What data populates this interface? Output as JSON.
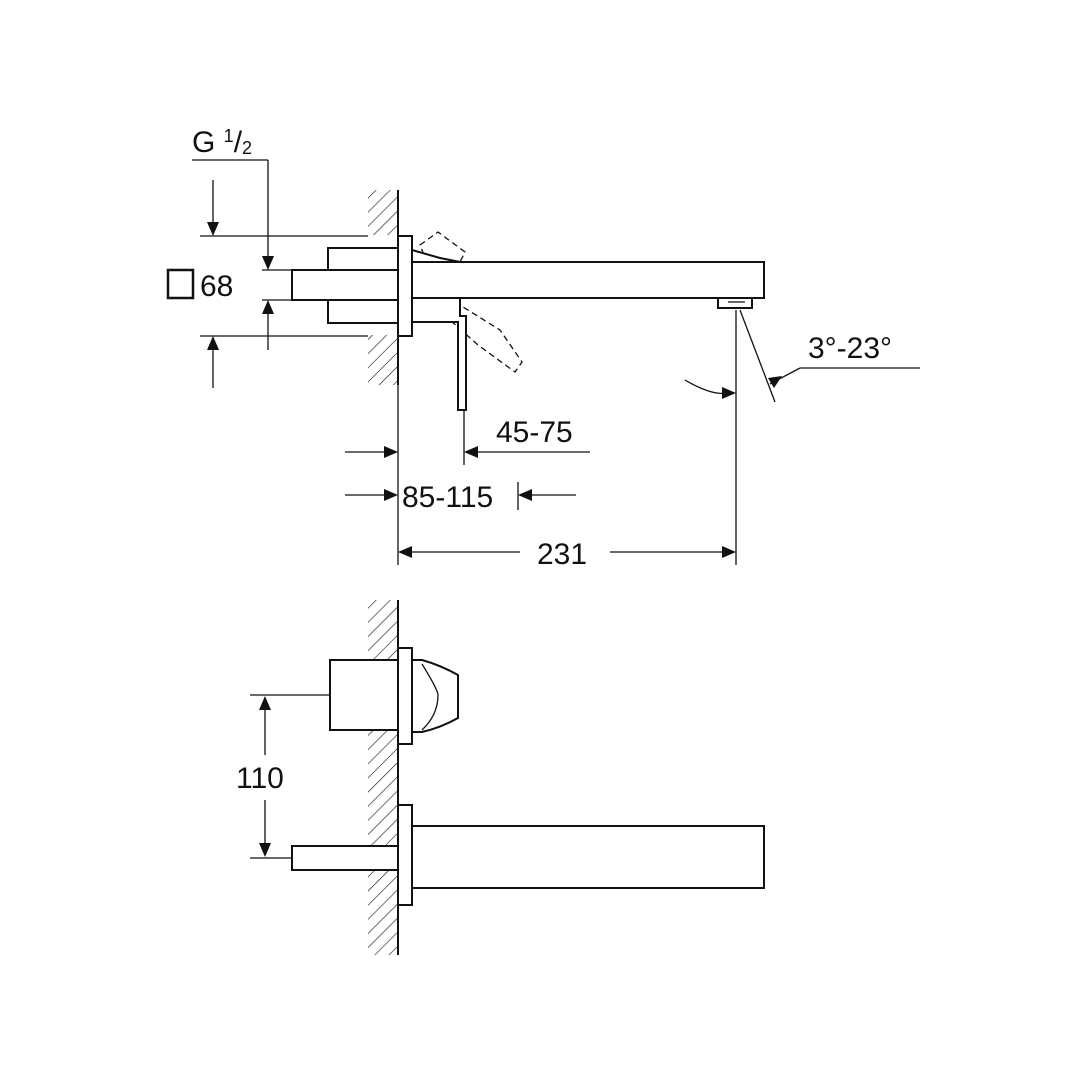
{
  "thread": {
    "prefix": "G ",
    "num": "1",
    "slash": "/",
    "den": "2"
  },
  "square_size": "68",
  "dims": {
    "lever_offset": "45-75",
    "wall_depth": "85-115",
    "spout_length": "231",
    "spout_angle": "3°-23°",
    "vertical_spacing": "110"
  }
}
